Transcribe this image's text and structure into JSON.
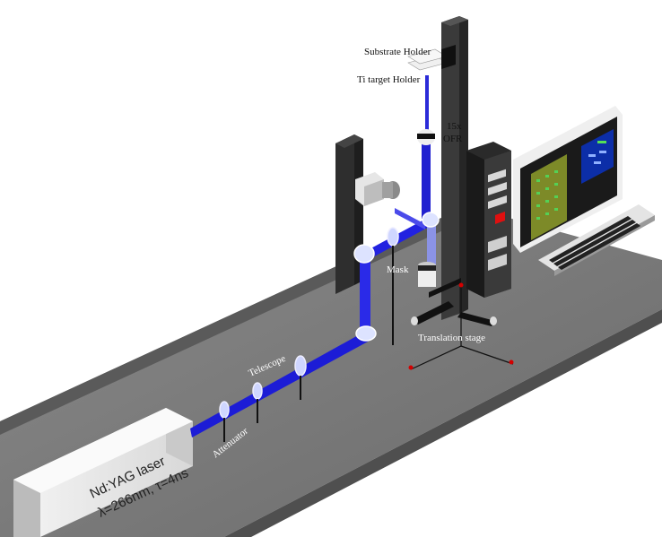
{
  "labels": {
    "substrate_holder": "Substrate Holder",
    "ti_target_holder": "Ti target Holder",
    "ofr_line1": "15x",
    "ofr_line2": "OFR",
    "mask": "Mask",
    "telescope": "Telescope",
    "attenuator": "Attenuator",
    "translation_stage": "Translation stage",
    "laser_line1": "Nd:YAG laser",
    "laser_line2": "λ=266nm, τ=4ns"
  },
  "colors": {
    "beam": "#1f1fd8",
    "beam_light": "#7a86e8",
    "table_top": "#7b7b7b",
    "table_side": "#5e5e5e",
    "axis_marker": "#d40000"
  }
}
